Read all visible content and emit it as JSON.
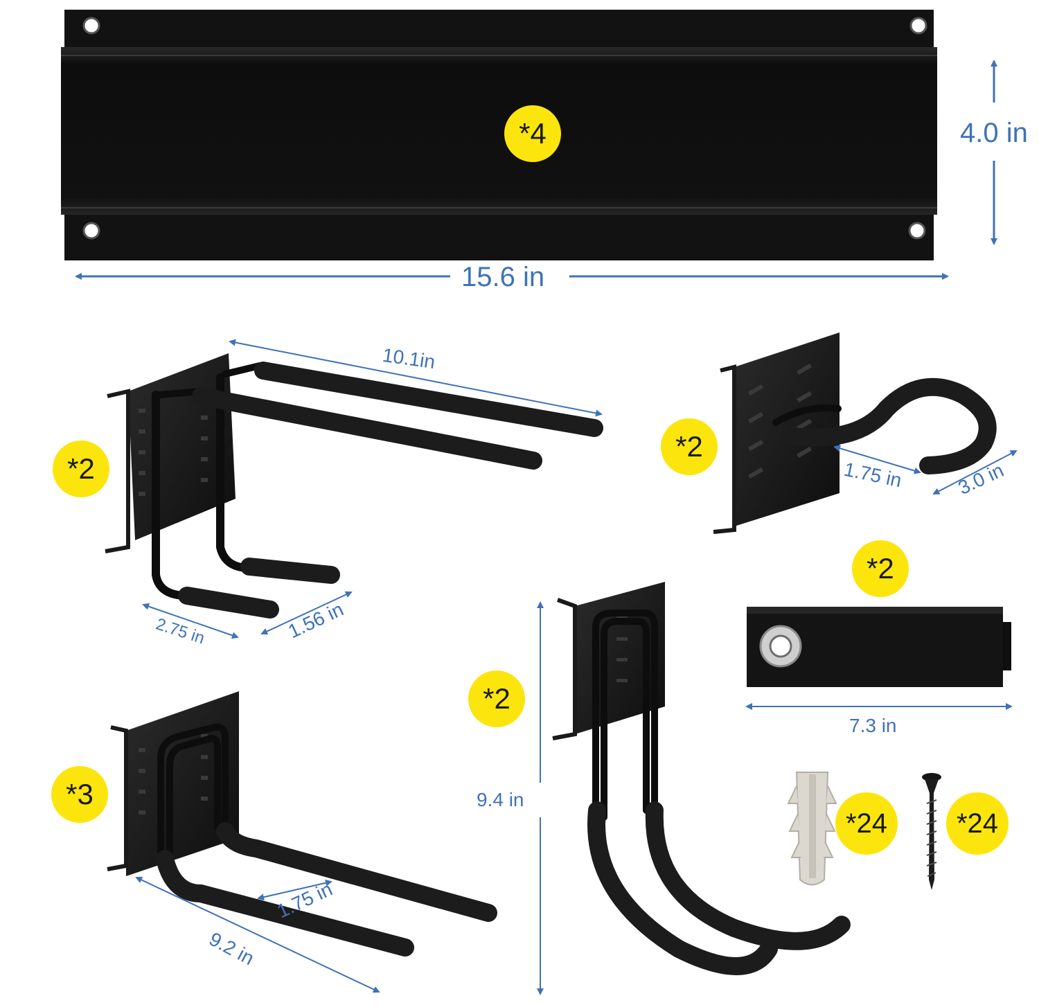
{
  "colors": {
    "dimension_blue": "#3f72b8",
    "badge_yellow": "#fce50c",
    "metal_black": "#111111",
    "foam_black": "#1c1c1c"
  },
  "rail": {
    "quantity": "*4",
    "width_label": "15.6 in",
    "height_label": "4.0 in"
  },
  "double_hook": {
    "quantity": "*2",
    "length_label": "10.1in",
    "width_label": "2.75 in",
    "depth_label": "1.56 in"
  },
  "j_hook": {
    "quantity": "*2",
    "reach_label": "1.75 in",
    "opening_label": "3.0 in"
  },
  "strap": {
    "quantity": "*2",
    "length_label": "7.3 in"
  },
  "tall_hook": {
    "quantity": "*2",
    "height_label": "9.4 in"
  },
  "u_hook": {
    "quantity": "*3",
    "length_label": "9.2 in",
    "gap_label": "1.75 in"
  },
  "anchor": {
    "quantity": "*24"
  },
  "screw": {
    "quantity": "*24"
  }
}
